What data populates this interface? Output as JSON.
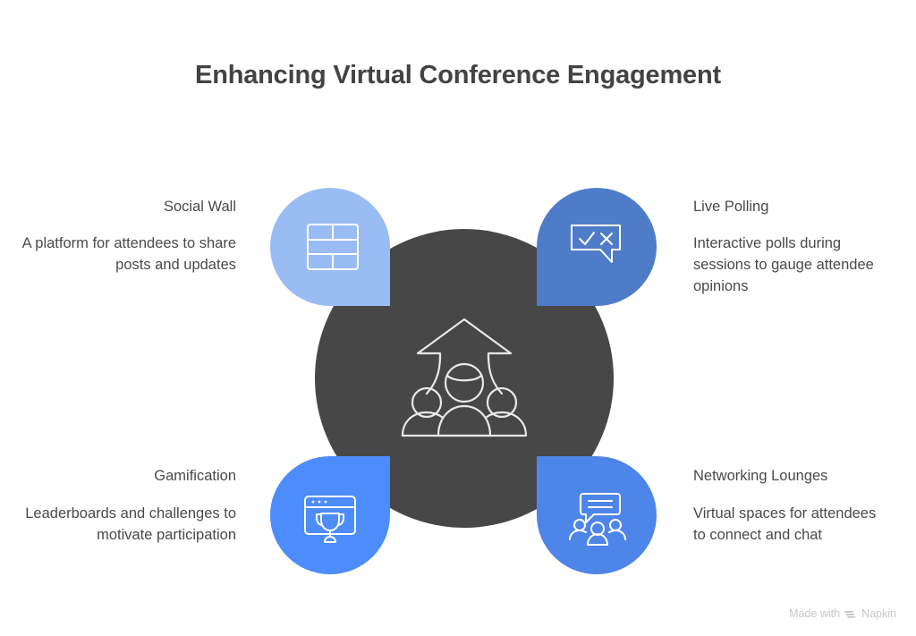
{
  "title": "Enhancing Virtual Conference Engagement",
  "theme": {
    "background": "#ffffff",
    "hub_color": "#474747",
    "title_color": "#434343",
    "text_color": "#4a4a4a",
    "icon_stroke": "#ffffff",
    "watermark_color": "#c8c8c8"
  },
  "center": {
    "icon": "audience-growth-arrow-icon"
  },
  "nodes": [
    {
      "position": "top-left",
      "label": "Social Wall",
      "description": "A platform for attendees to share posts and updates",
      "color": "#9ABCF5",
      "icon": "wall-grid-icon"
    },
    {
      "position": "top-right",
      "label": "Live Polling",
      "description": "Interactive polls during sessions to gauge attendee opinions",
      "color": "#4E7CC8",
      "icon": "poll-speech-bubble-check-cross-icon"
    },
    {
      "position": "bottom-left",
      "label": "Gamification",
      "description": "Leaderboards and challenges to motivate participation",
      "color": "#4D8CFB",
      "icon": "browser-trophy-icon"
    },
    {
      "position": "bottom-right",
      "label": "Networking Lounges",
      "description": "Virtual spaces for attendees to connect and chat",
      "color": "#4E85E8",
      "icon": "group-chat-people-icon"
    }
  ],
  "watermark": {
    "prefix": "Made with",
    "brand": "Napkin",
    "mark": "napkin-logo-icon"
  }
}
